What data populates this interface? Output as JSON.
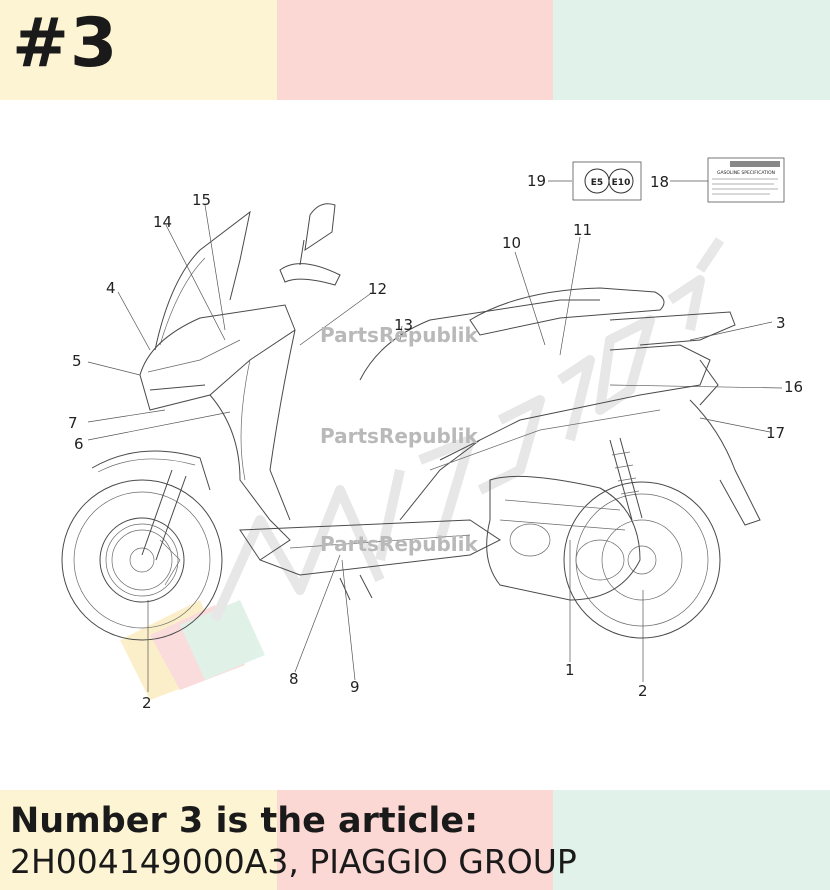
{
  "header": {
    "title": "#3"
  },
  "caption": {
    "line1": "Number 3 is the article:",
    "line2": "2H004149000A3, PIAGGIO GROUP"
  },
  "diagram": {
    "callouts": [
      "1",
      "2",
      "2",
      "3",
      "4",
      "5",
      "6",
      "7",
      "8",
      "9",
      "10",
      "11",
      "12",
      "13",
      "14",
      "15",
      "16",
      "17",
      "18",
      "19"
    ],
    "watermark": "PartsRepublik",
    "label_19_badges": [
      "E5",
      "E10"
    ],
    "label_18_heading": "GASOLINE SPECIFICATION"
  },
  "colors": {
    "band_yellow": "#fdf4d3",
    "band_pink": "#fcd8d5",
    "band_green": "#e1f2ea",
    "line_art": "#4a4a4a"
  }
}
